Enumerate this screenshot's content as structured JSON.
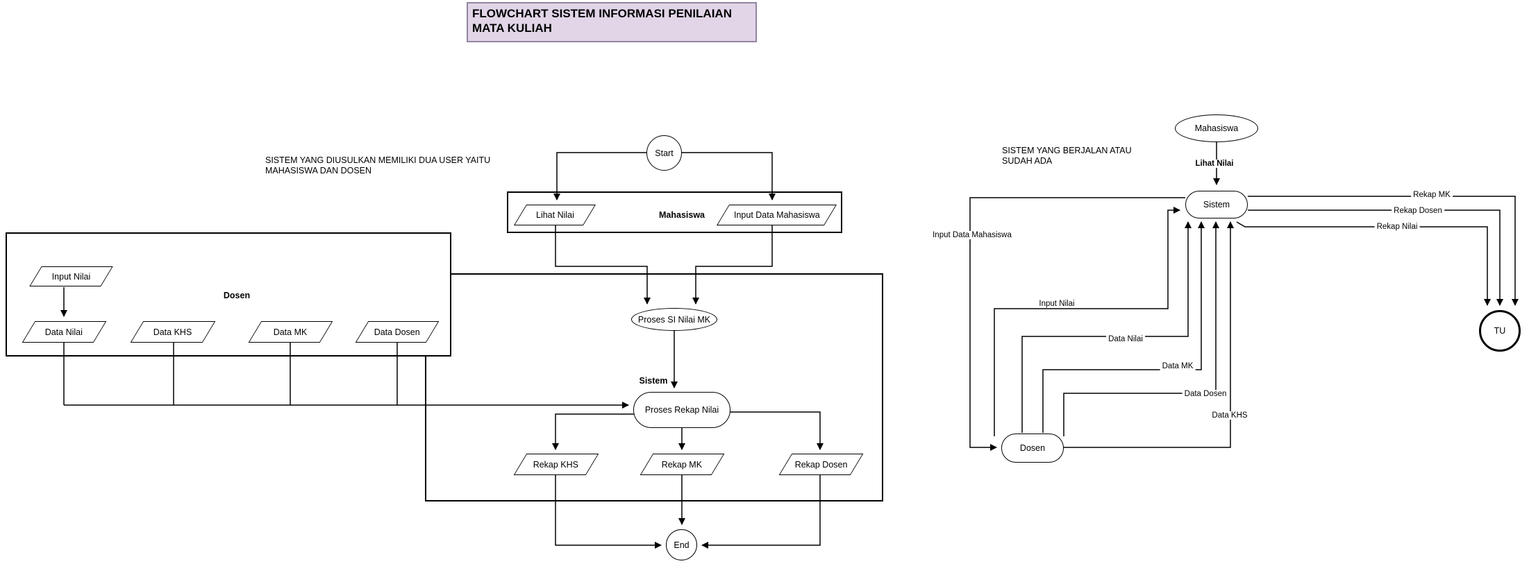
{
  "title": {
    "line1": "FLOWCHART SISTEM INFORMASI PENILAIAN",
    "line2": "MATA KULIAH"
  },
  "colors": {
    "background": "#FFFFFF",
    "line": "#000000",
    "title_fill": "#E1D5E7",
    "title_border": "#9184A0",
    "shape_fill": "#FFFFFF"
  },
  "proposed_system": {
    "note_line1": "SISTEM YANG DIUSULKAN MEMILIKI DUA USER YAITU",
    "note_line2": "MAHASISWA DAN DOSEN",
    "start_label": "Start",
    "mahasiswa_container_label": "Mahasiswa",
    "lihat_nilai": "Lihat Nilai",
    "input_data_mahasiswa": "Input Data Mahasiswa",
    "proses_si_nilai_mk": "Proses SI Nilai MK",
    "dosen_container_label": "Dosen",
    "input_nilai": "Input Nilai",
    "data_nilai": "Data Nilai",
    "data_khs": "Data KHS",
    "data_mk": "Data MK",
    "data_dosen": "Data Dosen",
    "sistem_container_label": "Sistem",
    "proses_rekap_nilai": "Proses Rekap Nilai",
    "rekap_khs": "Rekap KHS",
    "rekap_mk": "Rekap MK",
    "rekap_dosen": "Rekap Dosen",
    "end_label": "End"
  },
  "existing_system": {
    "note_line1": "SISTEM YANG BERJALAN ATAU",
    "note_line2": "SUDAH ADA",
    "mahasiswa": "Mahasiswa",
    "sistem": "Sistem",
    "dosen": "Dosen",
    "tu": "TU",
    "edge_lihat_nilai": "Lihat Nilai",
    "edge_input_data_mahasiswa": "Input Data Mahasiswa",
    "edge_input_nilai": "Input Nilai",
    "edge_data_nilai": "Data Nilai",
    "edge_data_mk": "Data MK",
    "edge_data_dosen": "Data Dosen",
    "edge_data_khs": "Data KHS",
    "edge_rekap_mk": "Rekap MK",
    "edge_rekap_dosen": "Rekap Dosen",
    "edge_rekap_nilai": "Rekap Nilai"
  }
}
